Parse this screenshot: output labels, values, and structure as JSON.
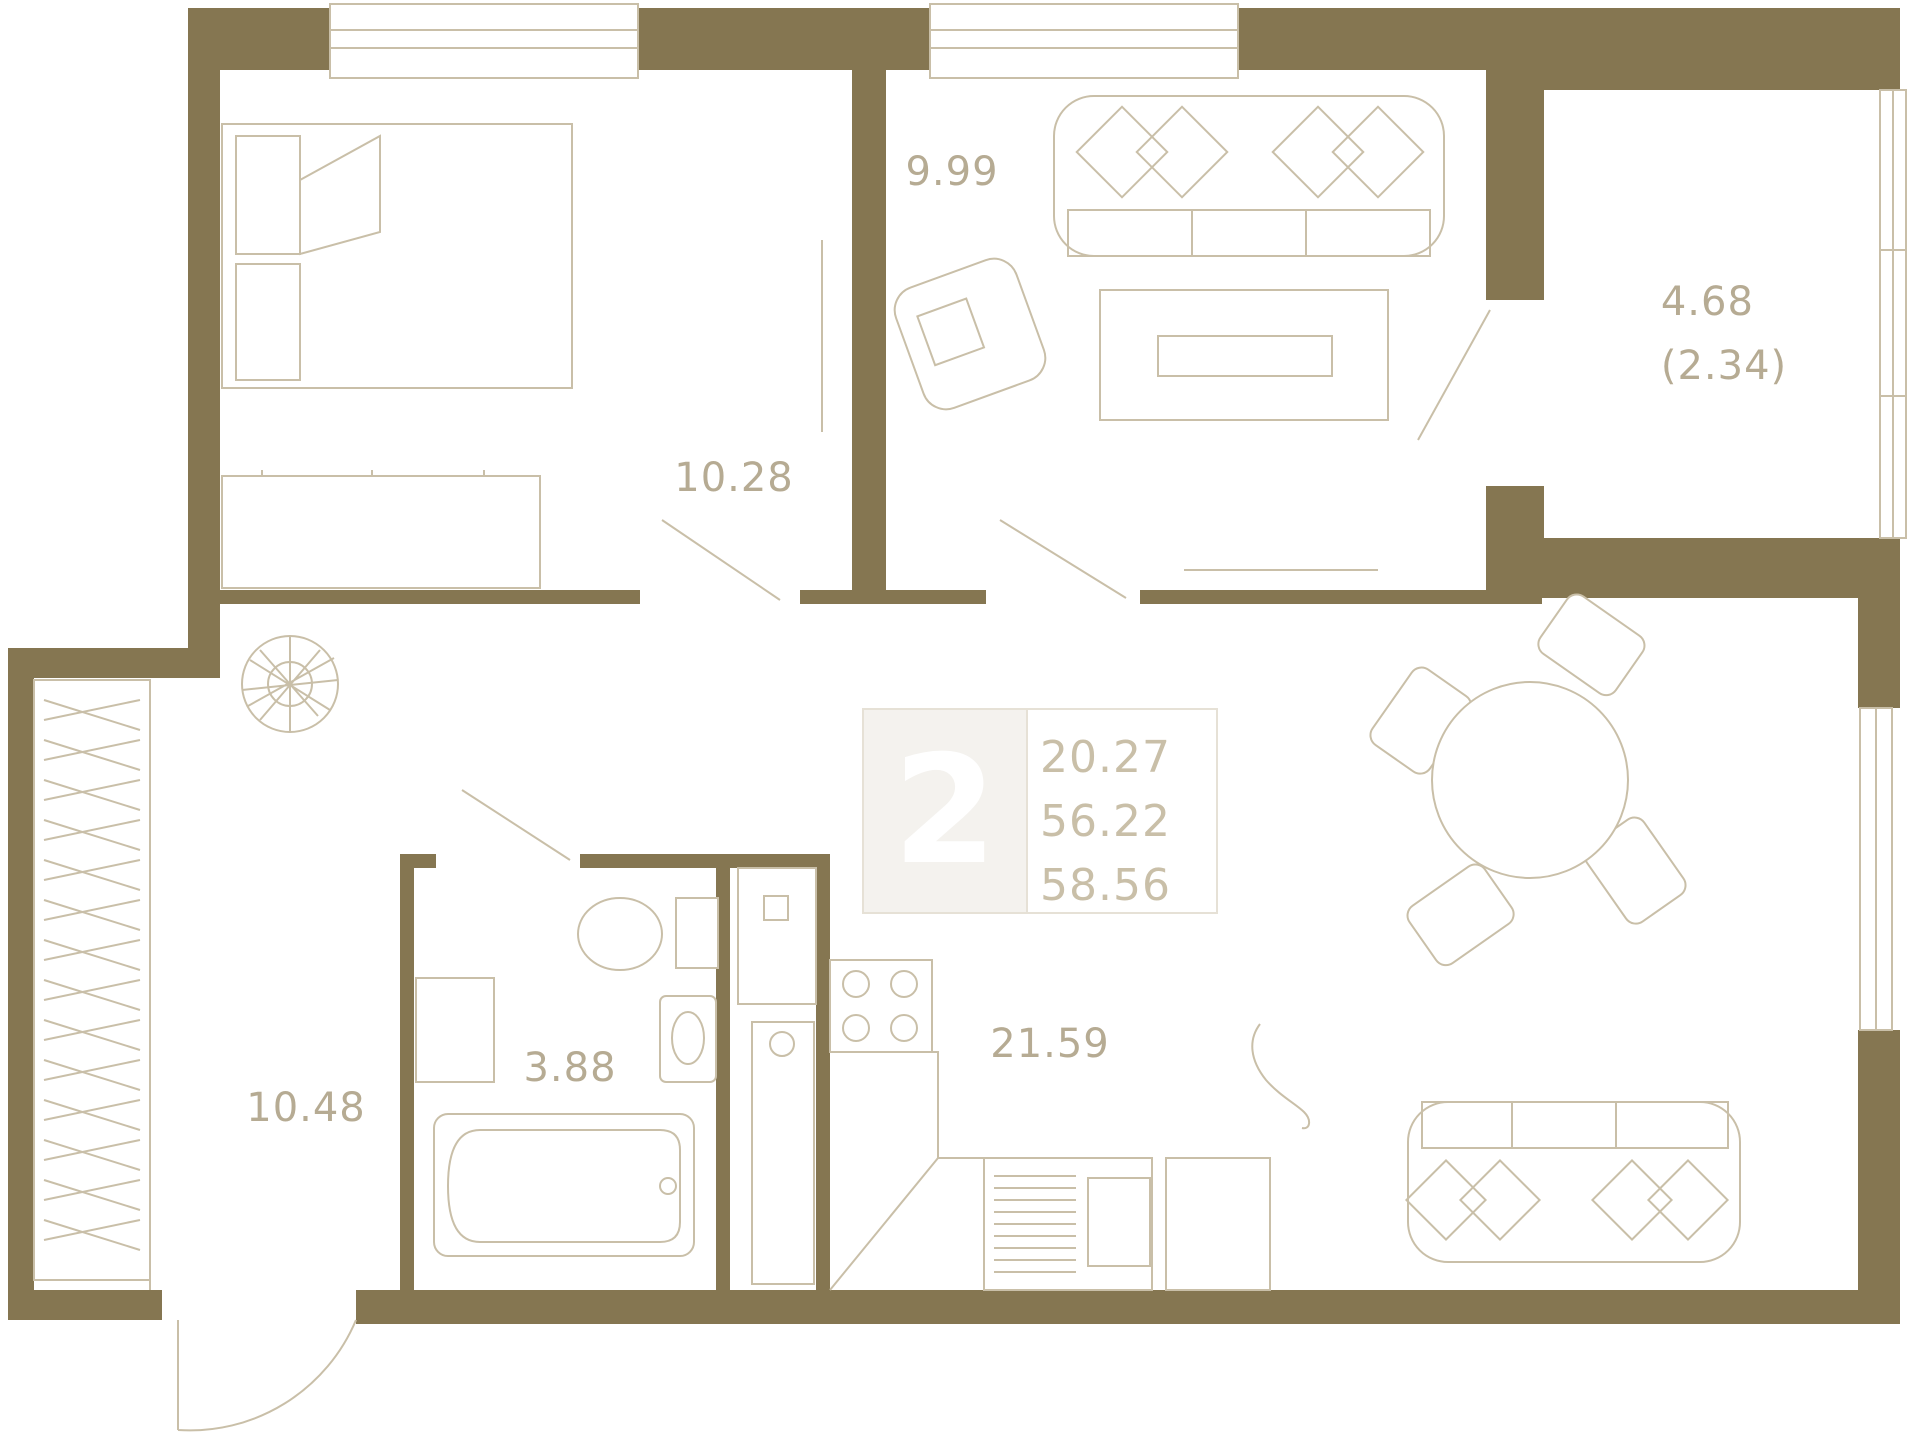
{
  "plan": {
    "colors": {
      "wall": "#857651",
      "furniture_line": "#c9bfa8",
      "label_text": "#b6ab93",
      "badge_border": "#e6e1d6",
      "badge_fill": "#f4f2ee"
    },
    "rooms": [
      {
        "id": "bedroom",
        "area": "10.28"
      },
      {
        "id": "room-upper-middle",
        "area": "9.99"
      },
      {
        "id": "balcony",
        "area": "4.68",
        "reduced_area": "(2.34)"
      },
      {
        "id": "hallway",
        "area": "10.48"
      },
      {
        "id": "bathroom",
        "area": "3.88"
      },
      {
        "id": "kitchen-living",
        "area": "21.59"
      }
    ],
    "summary": {
      "rooms_count": "2",
      "living_area": "20.27",
      "total_area": "56.22",
      "total_area_with_balcony": "58.56"
    }
  }
}
